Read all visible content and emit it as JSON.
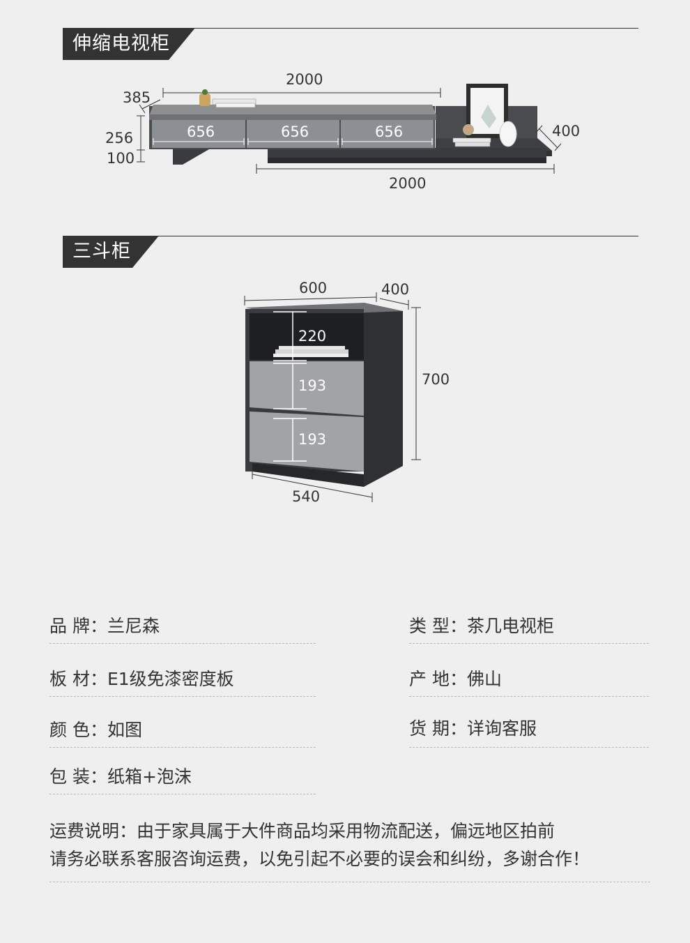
{
  "section1": {
    "title": "伸缩电视柜",
    "dims": {
      "top_width": "2000",
      "depth_left": "385",
      "height_body": "256",
      "height_base": "100",
      "drawer1": "656",
      "drawer2": "656",
      "drawer3": "656",
      "depth_right": "400",
      "bottom_width": "2000"
    }
  },
  "section2": {
    "title": "三斗柜",
    "dims": {
      "width": "600",
      "depth": "400",
      "height": "700",
      "open_shelf": "220",
      "drawer1": "193",
      "drawer2": "193",
      "base": "540"
    }
  },
  "specs": {
    "brand": "品  牌：兰尼森",
    "type": "类  型：茶几电视柜",
    "material": "板  材：E1级免漆密度板",
    "origin": "产  地：佛山",
    "color": "颜  色：如图",
    "delivery": "货  期：详询客服",
    "packing": "包  装：纸箱+泡沫"
  },
  "notice": {
    "line1": "运费说明：由于家具属于大件商品均采用物流配送，偏远地区拍前",
    "line2": "请务必联系客服咨询运费，以免引起不必要的误会和纠纷，多谢合作！"
  }
}
